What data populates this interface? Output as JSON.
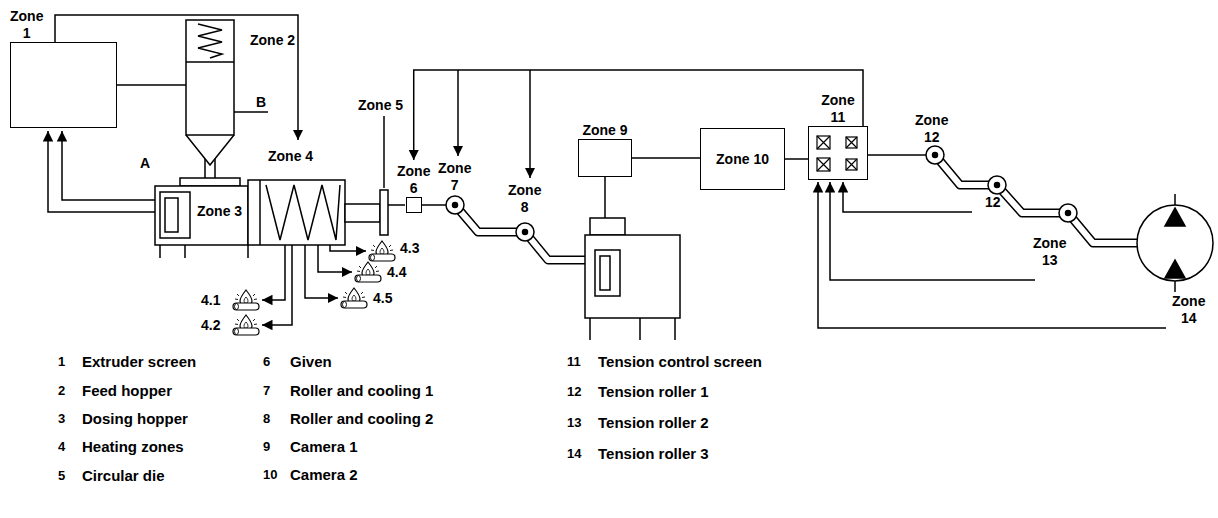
{
  "diagram": {
    "nodes": [
      {
        "text": [
          "Zone 1"
        ]
      },
      {
        "text": [
          "Zone 6"
        ]
      },
      {
        "text": [
          "Zone 9"
        ]
      },
      {
        "text": [
          "Zone 10"
        ]
      },
      {
        "text": [
          "Zone 11"
        ]
      }
    ],
    "edges": [
      {
        "from": 2,
        "to": 3,
        "arrow": "none"
      },
      {
        "from": 3,
        "to": 4,
        "arrow": "none"
      },
      {
        "from": 4,
        "to": 1,
        "arrow": "to"
      }
    ],
    "labels": [
      "Zone 2",
      "B",
      "A",
      "Zone 3",
      "Zone 4",
      "4.1",
      "4.2",
      "4.3",
      "4.4",
      "4.5",
      "Zone 5",
      "Zone 7",
      "Zone 8",
      "Zone 12",
      "12",
      "Zone 13",
      "Zone 14",
      "1",
      "Extruder screen",
      "2",
      "Feed hopper",
      "3",
      "Dosing hopper",
      "4",
      "Heating zones",
      "5",
      "Circular die",
      "6",
      "Given",
      "7",
      "Roller and cooling 1",
      "8",
      "Roller and cooling 2",
      "9",
      "Camera 1",
      "10",
      "Camera 2",
      "11",
      "Tension control screen",
      "12",
      "Tension roller 1",
      "13",
      "Tension roller 2",
      "14",
      "Tension roller 3"
    ]
  }
}
